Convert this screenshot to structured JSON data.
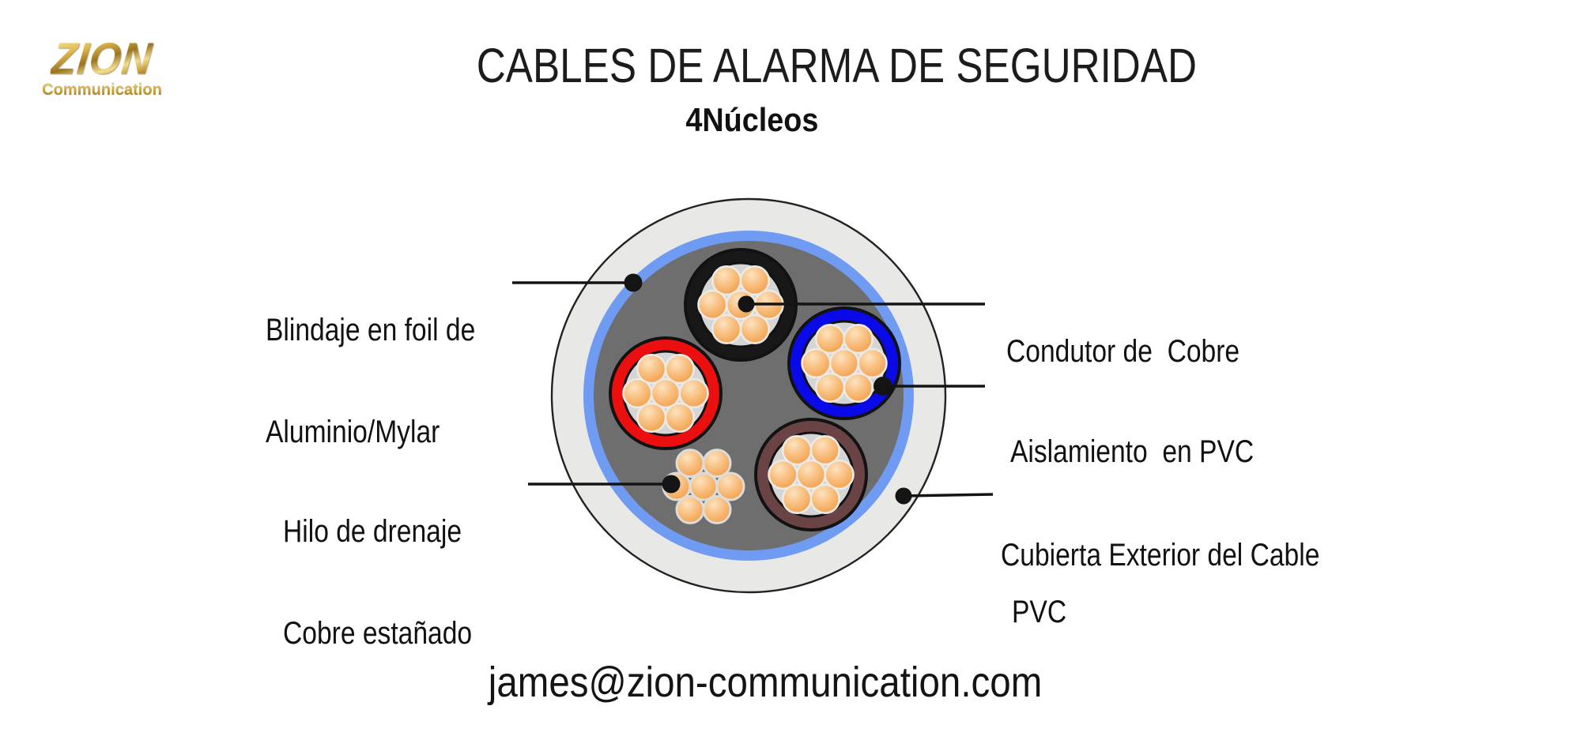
{
  "logo": {
    "brand": "ZION",
    "subtitle": "Communication"
  },
  "header": {
    "title": "CABLES DE ALARMA DE SEGURIDAD",
    "subtitle": "4Núcleos"
  },
  "footer": {
    "email": "james@zion-communication.com"
  },
  "diagram": {
    "type": "cable-cross-section",
    "cores": 4,
    "wires_per_core": 7,
    "core_colors_named": [
      "black",
      "blue",
      "red",
      "brown"
    ],
    "labels": {
      "foil": {
        "line1": "Blindaje en foil de",
        "line2": "Aluminio/Mylar"
      },
      "conductor": {
        "line1": "Condutor de  Cobre"
      },
      "insulation": {
        "line1": "Aislamiento  en PVC"
      },
      "drain": {
        "line1": "Hilo de drenaje",
        "line2": "Cobre estañado"
      },
      "jacket": {
        "line1": "Cubierta Exterior del Cable",
        "line2": "PVC"
      }
    },
    "colors": {
      "jacket": "#e8e8e7",
      "jacket_outline": "#222222",
      "stripe": "#6f9bf2",
      "filler": "#6e6e6e",
      "core_black": "#181818",
      "core_blue": "#0a0ae8",
      "core_red": "#ec0f0f",
      "core_brown": "#6a4444",
      "insulation_disc": "#d5d5d5",
      "copper": "#f6a95b",
      "leader": "#141414"
    }
  }
}
